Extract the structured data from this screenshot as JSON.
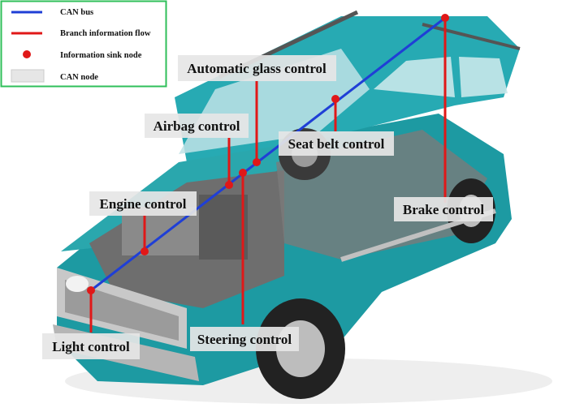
{
  "legend": {
    "items": [
      {
        "label": "CAN bus",
        "kind": "line",
        "color": "#1f3fd6"
      },
      {
        "label": "Branch information flow",
        "kind": "line",
        "color": "#e01818"
      },
      {
        "label": "Information sink node",
        "kind": "dot",
        "color": "#e01818"
      },
      {
        "label": "CAN node",
        "kind": "box",
        "color": "#e6e6e6"
      }
    ]
  },
  "nodes": [
    {
      "id": "automatic-glass-control",
      "label": "Automatic glass control"
    },
    {
      "id": "airbag-control",
      "label": "Airbag control"
    },
    {
      "id": "seat-belt-control",
      "label": "Seat belt control"
    },
    {
      "id": "engine-control",
      "label": "Engine control"
    },
    {
      "id": "brake-control",
      "label": "Brake control"
    },
    {
      "id": "light-control",
      "label": "Light control"
    },
    {
      "id": "steering-control",
      "label": "Steering control"
    }
  ],
  "colors": {
    "can_bus": "#1f3fd6",
    "branch": "#e01818",
    "node_box": "#e6e6e6",
    "legend_border": "#2fbf5a",
    "car_body": "#1d9aa2"
  }
}
